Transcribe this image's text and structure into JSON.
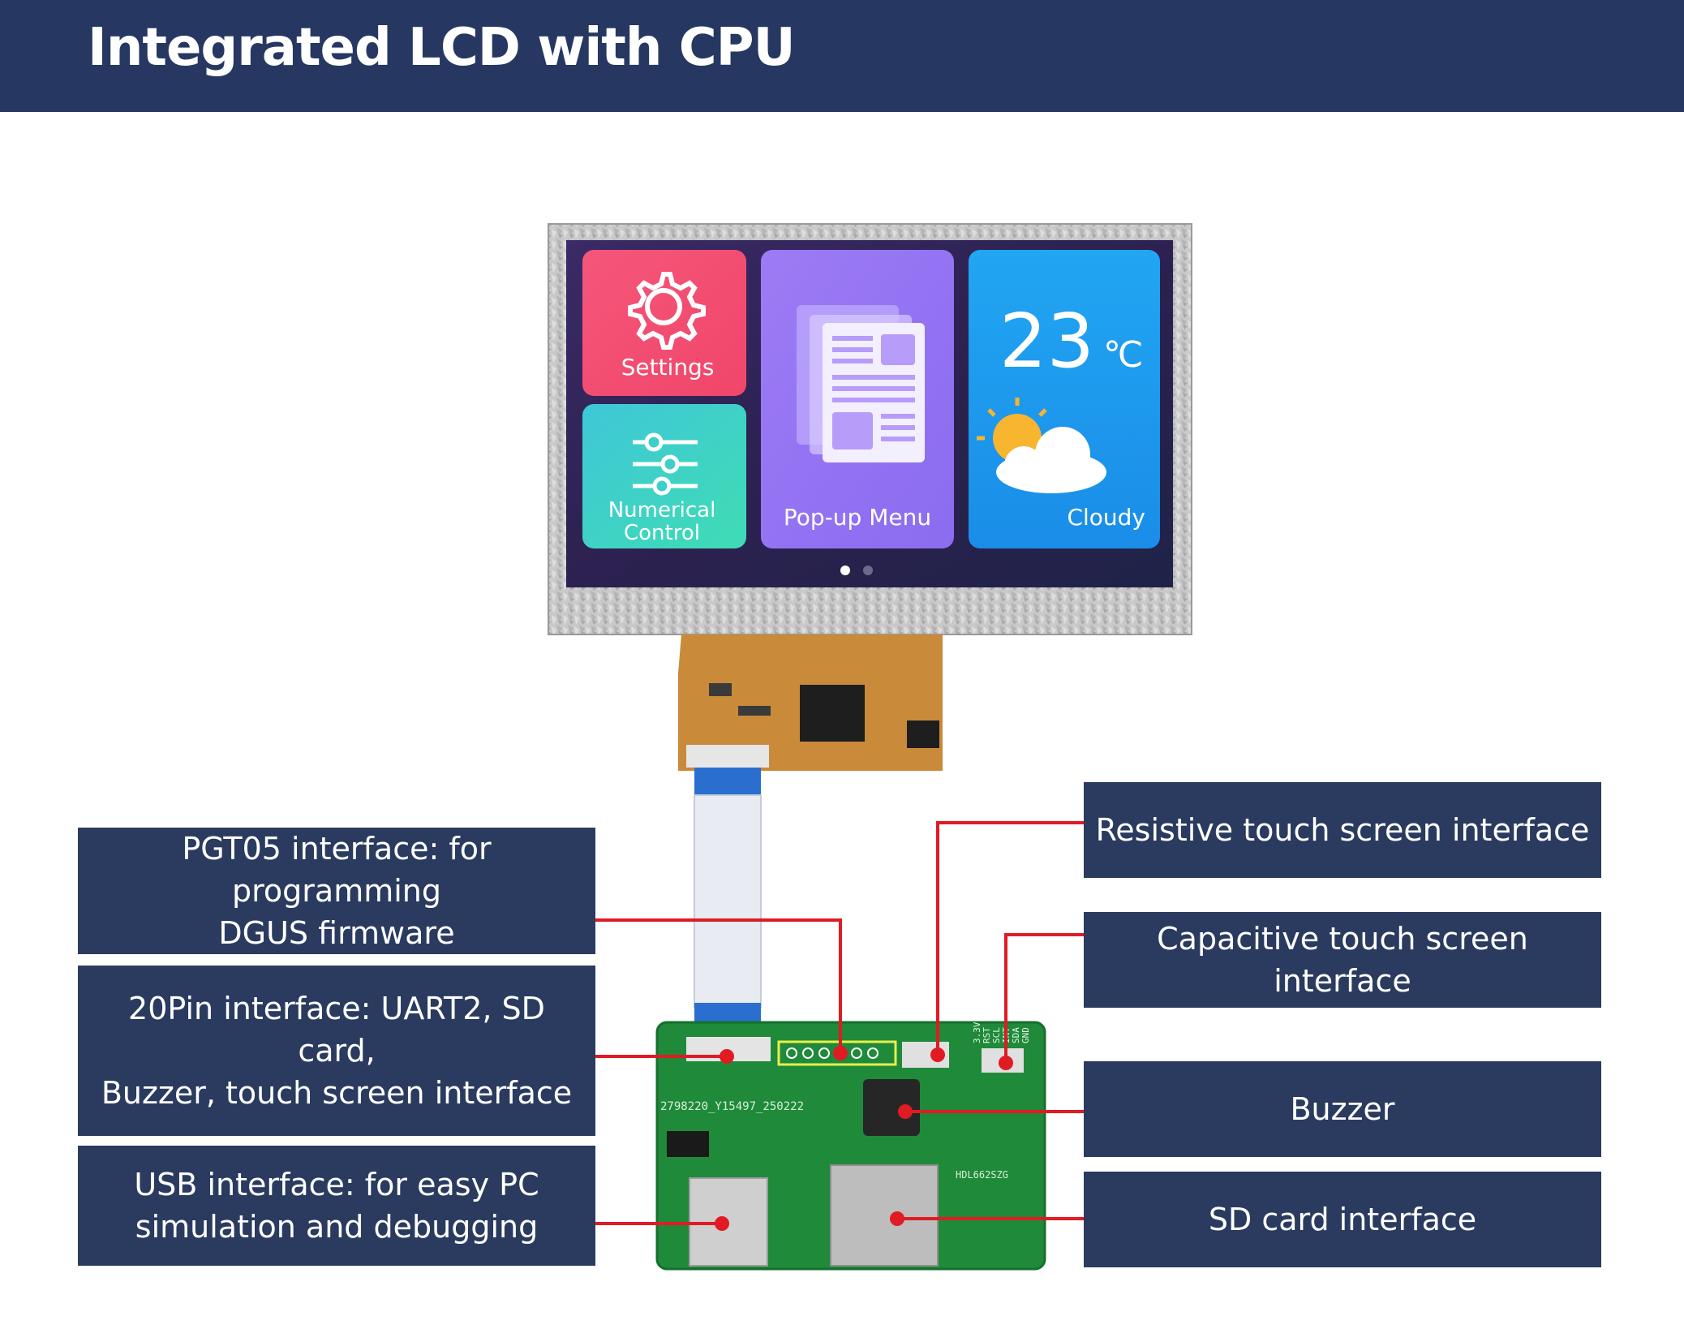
{
  "header": {
    "title": "Integrated LCD with CPU"
  },
  "screen": {
    "tiles": {
      "settings": "Settings",
      "numerical": "Numerical\nControl",
      "popup": "Pop-up Menu",
      "temperature": "23",
      "unit": "℃",
      "weather": "Cloudy"
    }
  },
  "board": {
    "silkscreen_id": "2798220_Y15497_250222",
    "model": "HDL662SZG",
    "pins": [
      "3.3V",
      "RST",
      "SCL",
      "INT",
      "SDA",
      "GND"
    ]
  },
  "callouts": {
    "pgt05": "PGT05 interface: for programming\nDGUS firmware",
    "pin20": "20Pin interface: UART2, SD card,\nBuzzer, touch screen interface",
    "usb": "USB interface: for easy PC\nsimulation and debugging",
    "resistive": "Resistive touch screen interface",
    "capacitive": "Capacitive touch screen interface",
    "buzzer": "Buzzer",
    "sdcard": "SD card interface"
  },
  "colors": {
    "header_bg": "#263862",
    "label_bg": "#2a3b5f",
    "leader_line": "#e01b24",
    "pcb_green": "#1f8a3a"
  }
}
